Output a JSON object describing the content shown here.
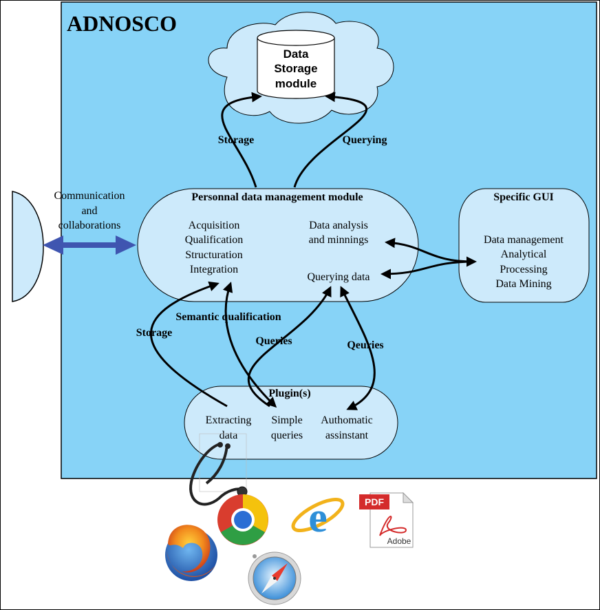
{
  "system_title": "ADNOSCO",
  "storage_module": {
    "line1": "Data",
    "line2": "Storage",
    "line3": "module"
  },
  "arrows_top": {
    "storage": "Storage",
    "querying": "Querying"
  },
  "communication": {
    "line1": "Communication",
    "line2": "and",
    "line3": "collaborations"
  },
  "personal_module": {
    "title": "Personnal data management module",
    "left_items": [
      "Acquisition",
      "Qualification",
      "Structuration",
      "Integration"
    ],
    "analysis_line1": "Data analysis",
    "analysis_line2": "and minnings",
    "querying": "Querying data"
  },
  "specific_gui": {
    "title": "Specific GUI",
    "items": [
      "Data management",
      "Analytical",
      "Processing",
      "Data Mining"
    ]
  },
  "arrows_bottom": {
    "semantic": "Semantic qualification",
    "storage": "Storage",
    "queries_left": "Queries",
    "queries_right": "Qeuries"
  },
  "plugins": {
    "title": "Plugin(s)",
    "extract_line1": "Extracting",
    "extract_line2": "data",
    "simple_line1": "Simple",
    "simple_line2": "queries",
    "auto_line1": "Authomatic",
    "auto_line2": "assinstant"
  },
  "pdf_icon": {
    "badge": "PDF",
    "brand": "Adobe"
  },
  "icons": [
    "stethoscope-icon",
    "chrome-icon",
    "ie-icon",
    "pdf-icon",
    "firefox-icon",
    "safari-icon"
  ],
  "colors": {
    "panel_bg": "#87d3f7",
    "module_fill": "#cdeafb",
    "communication_arrow": "#3f55b0",
    "pdf_red": "#d42b2b"
  }
}
